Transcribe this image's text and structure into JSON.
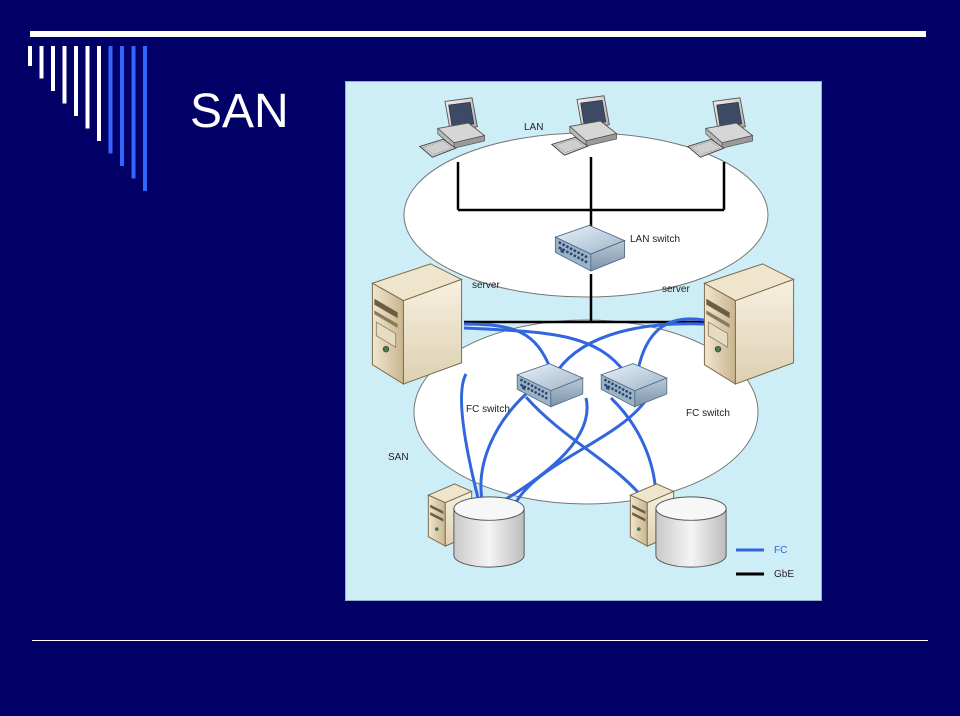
{
  "slide": {
    "title": "SAN",
    "colors": {
      "background": "#000066",
      "rule": "#ffffff",
      "stripe_light": "#ffffff",
      "stripe_blue": "#3366ff",
      "diagram_bg": "#cdeef6",
      "fc_link": "#3366dd",
      "gbe_link": "#000000"
    }
  },
  "diagram": {
    "labels": {
      "lan": "LAN",
      "lan_switch": "LAN switch",
      "server_left": "server",
      "server_right": "server",
      "fc_switch_left": "FC switch",
      "fc_switch_right": "FC switch",
      "san": "SAN"
    },
    "legend": {
      "fc": "FC",
      "gbe": "GbE"
    },
    "icons": {
      "workstation": "workstation-icon",
      "lan_switch": "network-switch-icon",
      "server": "server-tower-icon",
      "fc_switch": "fc-switch-icon",
      "storage": "storage-disk-icon",
      "storage_controller": "storage-controller-icon"
    }
  }
}
